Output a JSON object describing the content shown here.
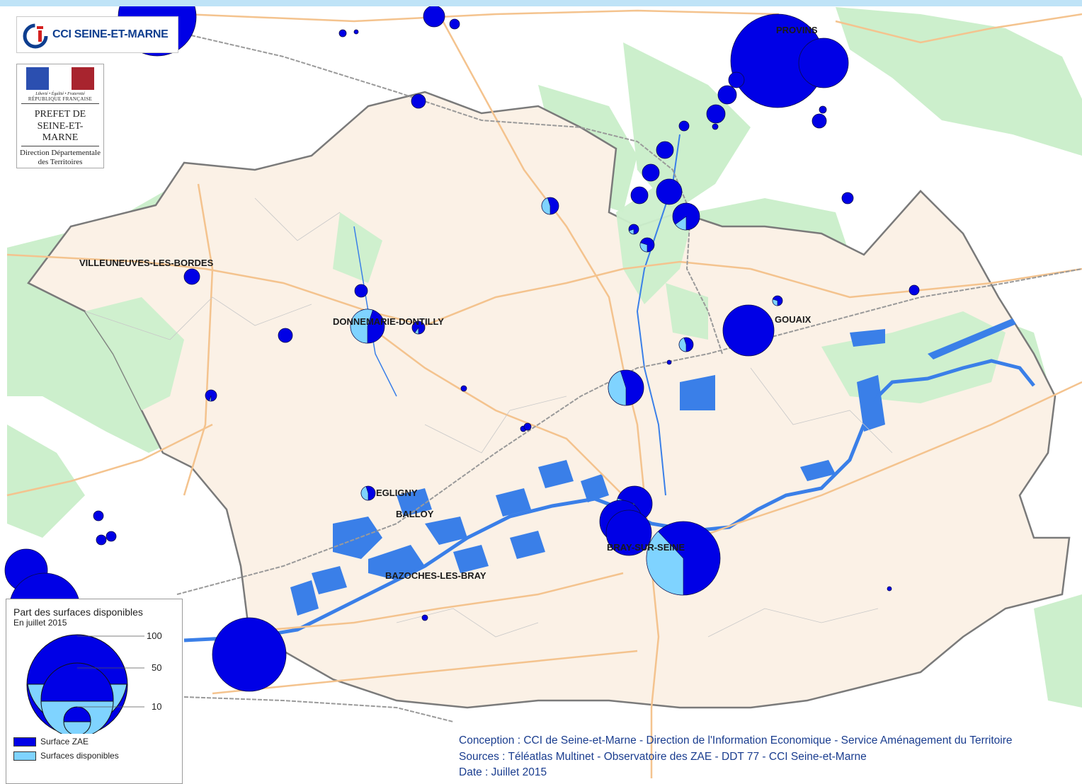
{
  "colors": {
    "zae": "#0000e6",
    "available": "#7fd3ff",
    "commune_fill": "#fbf1e6",
    "forest": "#ccefcc",
    "water": "#3a7fe8",
    "road": "#f4c38e",
    "boundary": "#7a7a7a"
  },
  "header": {
    "cci_logo_text": "CCI SEINE-ET-MARNE",
    "prefet": {
      "motto": "Liberté • Égalité • Fraternité",
      "republic": "RÉPUBLIQUE FRANÇAISE",
      "line1": "PREFET DE",
      "line2": "SEINE-ET-MARNE",
      "line3": "Direction Départementale",
      "line4": "des Territoires"
    }
  },
  "towns": [
    {
      "id": "provins",
      "name": "PROVINS"
    },
    {
      "id": "villeneuves",
      "name": "VILLEUNEUVES-LES-BORDES"
    },
    {
      "id": "donnemarie",
      "name": "DONNEMARIE-DONTILLY"
    },
    {
      "id": "gouaix",
      "name": "GOUAIX"
    },
    {
      "id": "egligny",
      "name": "EGLIGNY"
    },
    {
      "id": "balloy",
      "name": "BALLOY"
    },
    {
      "id": "bray",
      "name": "BRAY-SUR-SEINE"
    },
    {
      "id": "bazoches",
      "name": "BAZOCHES-LES-BRAY"
    }
  ],
  "zae_sites": [
    {
      "id": "provins-large",
      "r": 66,
      "available_pct": 0
    },
    {
      "id": "provins-east",
      "r": 35,
      "available_pct": 0
    },
    {
      "id": "provins-s1",
      "r": 13,
      "available_pct": 0
    },
    {
      "id": "provins-s2",
      "r": 13,
      "available_pct": 0
    },
    {
      "id": "provins-s3",
      "r": 11,
      "available_pct": 0
    },
    {
      "id": "provins-se",
      "r": 10,
      "available_pct": 0
    },
    {
      "id": "provins-se2",
      "r": 5,
      "available_pct": 0
    },
    {
      "id": "top-left-big",
      "r": 55,
      "available_pct": 0
    },
    {
      "id": "top-1",
      "r": 15,
      "available_pct": 0
    },
    {
      "id": "top-2",
      "r": 7,
      "available_pct": 0
    },
    {
      "id": "top-3",
      "r": 5,
      "available_pct": 0
    },
    {
      "id": "top-4",
      "r": 3,
      "available_pct": 0
    },
    {
      "id": "north-1",
      "r": 8,
      "available_pct": 0
    },
    {
      "id": "north-2",
      "r": 10,
      "available_pct": 0
    },
    {
      "id": "north-3",
      "r": 12,
      "available_pct": 0
    },
    {
      "id": "north-4",
      "r": 12,
      "available_pct": 0
    },
    {
      "id": "north-5",
      "r": 12,
      "available_pct": 0
    },
    {
      "id": "north-6",
      "r": 18,
      "available_pct": 0
    },
    {
      "id": "north-7",
      "r": 19,
      "available_pct": 15
    },
    {
      "id": "north-8",
      "r": 12,
      "available_pct": 45
    },
    {
      "id": "north-9",
      "r": 7,
      "available_pct": 20
    },
    {
      "id": "north-10",
      "r": 10,
      "available_pct": 30
    },
    {
      "id": "north-11",
      "r": 7,
      "available_pct": 0
    },
    {
      "id": "north-12",
      "r": 4,
      "available_pct": 0
    },
    {
      "id": "villeneuves-site",
      "r": 11,
      "available_pct": 0
    },
    {
      "id": "donnemarie-1",
      "r": 9,
      "available_pct": 0
    },
    {
      "id": "donnemarie-2",
      "r": 24,
      "available_pct": 55
    },
    {
      "id": "donnemarie-3",
      "r": 9,
      "available_pct": 10
    },
    {
      "id": "donnemarie-4",
      "r": 10,
      "available_pct": 0
    },
    {
      "id": "donnemarie-5",
      "r": 8,
      "available_pct": 5
    },
    {
      "id": "gouaix-site",
      "r": 36,
      "available_pct": 0
    },
    {
      "id": "gouaix-2",
      "r": 10,
      "available_pct": 45
    },
    {
      "id": "gouaix-3",
      "r": 7,
      "available_pct": 30
    },
    {
      "id": "gouaix-4",
      "r": 7,
      "available_pct": 0
    },
    {
      "id": "center-site",
      "r": 25,
      "available_pct": 45
    },
    {
      "id": "bray-1",
      "r": 25,
      "available_pct": 30
    },
    {
      "id": "bray-2",
      "r": 30,
      "available_pct": 0
    },
    {
      "id": "bray-3",
      "r": 32,
      "available_pct": 0
    },
    {
      "id": "bray-4",
      "r": 52,
      "available_pct": 38
    },
    {
      "id": "egligny-site",
      "r": 10,
      "available_pct": 45
    },
    {
      "id": "west-1",
      "r": 30,
      "available_pct": 0
    },
    {
      "id": "west-2",
      "r": 50,
      "available_pct": 0
    },
    {
      "id": "west-3",
      "r": 7,
      "available_pct": 0
    },
    {
      "id": "west-4",
      "r": 7,
      "available_pct": 0
    },
    {
      "id": "west-5",
      "r": 7,
      "available_pct": 0
    },
    {
      "id": "south-big",
      "r": 52,
      "available_pct": 0
    },
    {
      "id": "small-a",
      "r": 4,
      "available_pct": 0
    },
    {
      "id": "small-b",
      "r": 4,
      "available_pct": 0
    },
    {
      "id": "small-c",
      "r": 5,
      "available_pct": 0
    },
    {
      "id": "small-d",
      "r": 4,
      "available_pct": 0
    },
    {
      "id": "small-e",
      "r": 3,
      "available_pct": 0
    },
    {
      "id": "small-f",
      "r": 3,
      "available_pct": 0
    }
  ],
  "legend": {
    "title": "Part des surfaces disponibles",
    "subtitle": "En juillet 2015",
    "scale_labels": [
      "100",
      "50",
      "10"
    ],
    "items": [
      {
        "label": "Surface ZAE",
        "color": "#0000e6"
      },
      {
        "label": "Surfaces disponibles",
        "color": "#7fd3ff"
      }
    ]
  },
  "credits": {
    "line1": "Conception : CCI de Seine-et-Marne - Direction de l'Information Economique - Service Aménagement du Territoire",
    "line2": "Sources : Téléatlas Multinet - Observatoire des ZAE - DDT 77 - CCI Seine-et-Marne",
    "line3": "Date : Juillet 2015"
  }
}
